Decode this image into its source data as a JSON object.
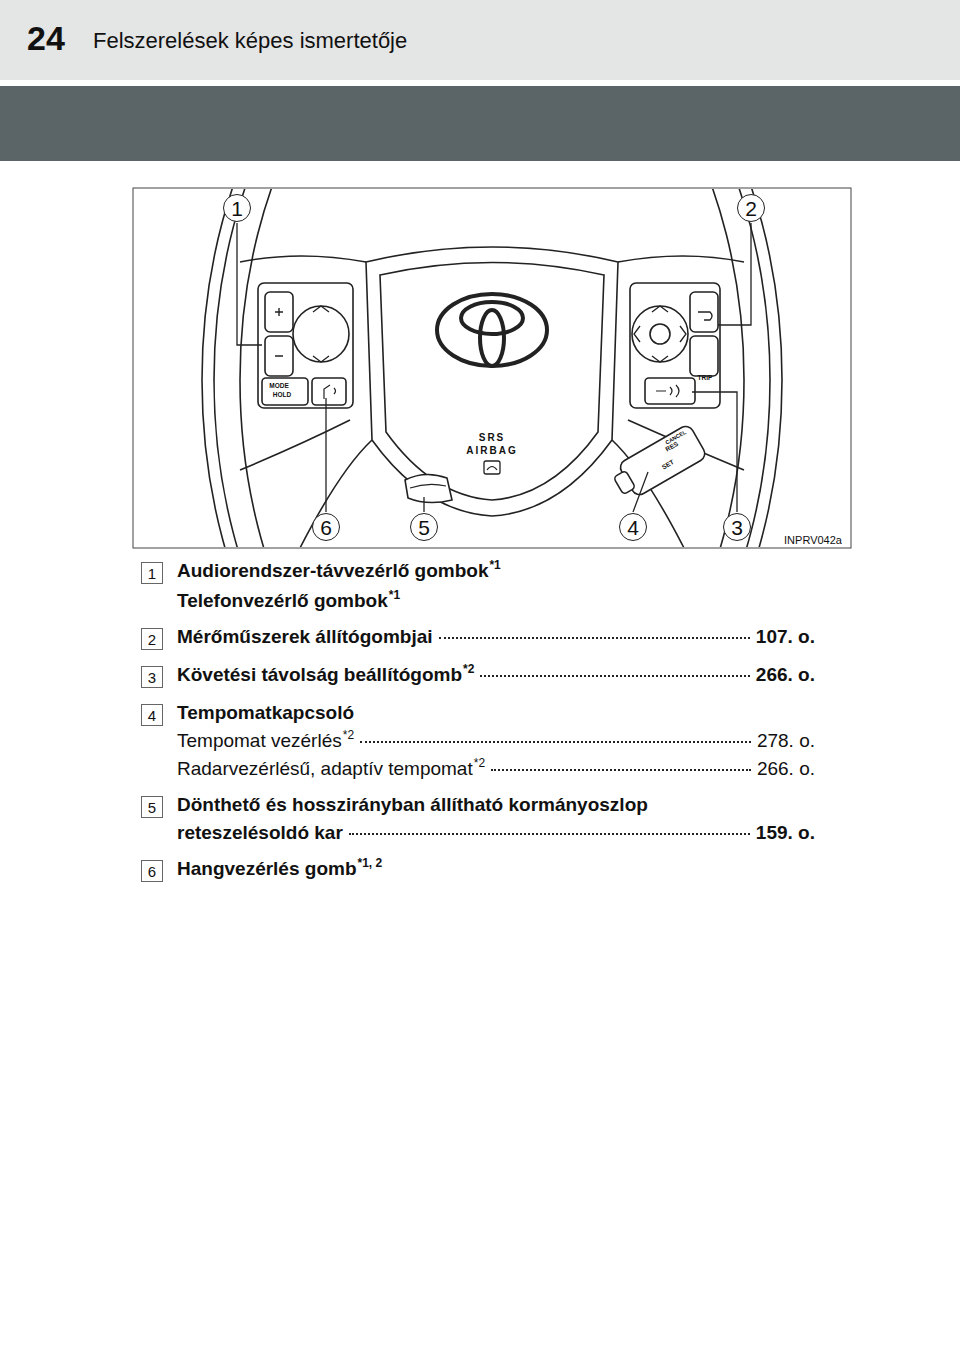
{
  "diagram": {
    "title": "Felszerelések képes ismertetője",
    "nodes": [
      {
        "text": [
          "1"
        ]
      },
      {
        "text": [
          "2"
        ]
      },
      {
        "text": [
          "6"
        ]
      },
      {
        "text": [
          "5"
        ]
      },
      {
        "text": [
          "4"
        ]
      },
      {
        "text": [
          "3"
        ]
      },
      {
        "text": [
          "1"
        ]
      },
      {
        "text": [
          "2"
        ]
      },
      {
        "text": [
          "3"
        ]
      },
      {
        "text": [
          "4"
        ]
      },
      {
        "text": [
          "5"
        ]
      },
      {
        "text": [
          "6"
        ]
      }
    ],
    "labels": [
      "24",
      "MODE",
      "HOLD",
      "TRIP",
      "SRS",
      "AIRBAG",
      "RES",
      "SET",
      "CANCEL",
      "INPRV042a",
      "Audiorendszer-távvezérlő gombok",
      "*1",
      "Telefonvezérlő gombok",
      "*1",
      "Mérőműszerek állítógombjai",
      "107. o.",
      "Követési távolság beállítógomb",
      "*2",
      "266. o.",
      "Tempomatkapcsoló",
      "Tempomat vezérlés",
      "*2",
      "278. o.",
      "Radarvezérlésű, adaptív tempomat",
      "*2",
      "266. o.",
      "Dönthető és hosszirányban állítható kormányoszlop",
      "reteszelésoldó kar",
      "159. o.",
      "Hangvezérlés gomb",
      "*1, 2"
    ]
  }
}
